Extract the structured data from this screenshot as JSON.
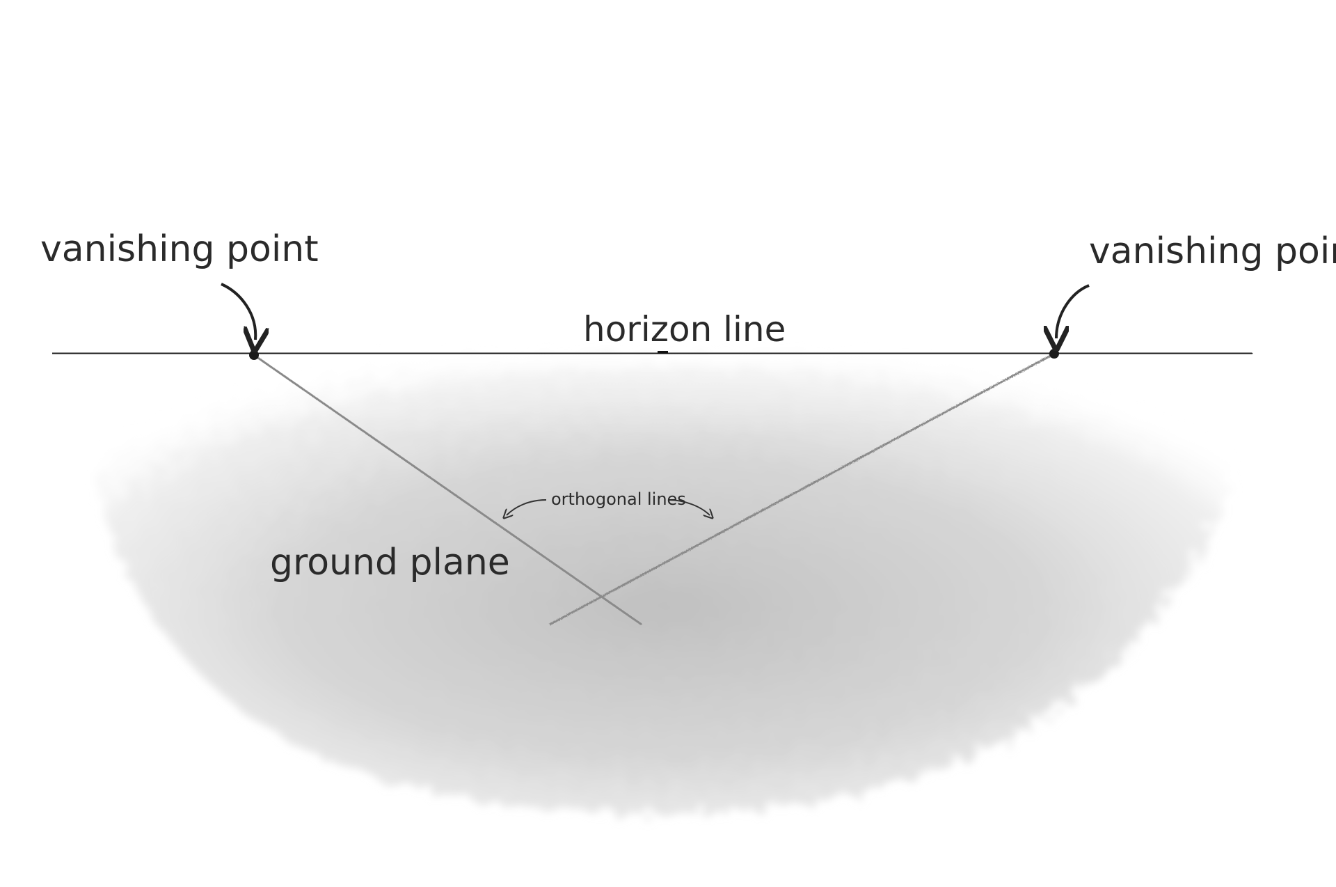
{
  "colors": {
    "ink": "#222222",
    "guide": "#8a8a8a",
    "shade": "#c9c9c9"
  },
  "labels": {
    "vp_left": "vanishing point",
    "vp_right": "vanishing point",
    "horizon": "horizon line",
    "orthogonal": "orthogonal lines",
    "ground": "ground plane"
  }
}
